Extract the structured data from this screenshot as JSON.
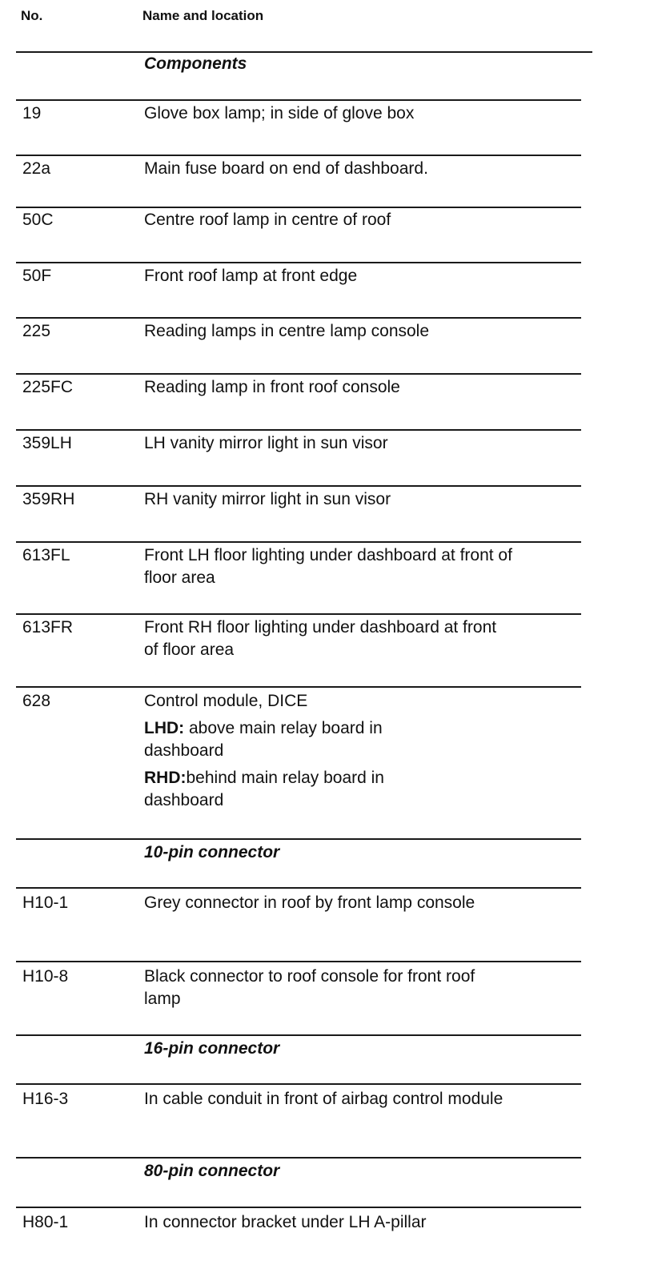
{
  "header": {
    "no": "No.",
    "name": "Name and location"
  },
  "sections": {
    "components": "Components",
    "pin10": "10-pin connector",
    "pin16": "16-pin connector",
    "pin80": "80-pin connector"
  },
  "rows": {
    "r19": {
      "no": "19",
      "desc": "Glove box lamp; in side of glove box"
    },
    "r22a": {
      "no": "22a",
      "desc": "Main fuse board on end of dashboard."
    },
    "r50c": {
      "no": "50C",
      "desc": "Centre roof lamp in centre of roof"
    },
    "r50f": {
      "no": "50F",
      "desc": "Front roof lamp at front edge"
    },
    "r225": {
      "no": "225",
      "desc": "Reading lamps in centre lamp console"
    },
    "r225fc": {
      "no": "225FC",
      "desc": "Reading lamp in front roof console"
    },
    "r359lh": {
      "no": "359LH",
      "desc": "LH vanity mirror light in sun visor"
    },
    "r359rh": {
      "no": "359RH",
      "desc": "RH vanity mirror light in sun visor"
    },
    "r613fl": {
      "no": "613FL",
      "desc": "Front LH floor lighting under dashboard at front of floor area"
    },
    "r613fr": {
      "no": "613FR",
      "desc": "Front RH floor lighting under dashboard at front of floor area"
    },
    "r628": {
      "no": "628",
      "desc": "Control module, DICE",
      "lhd_label": "LHD:",
      "lhd_text": "above main relay board in dashboard",
      "rhd_label": "RHD:",
      "rhd_text": "behind main relay board in dashboard"
    },
    "rh10_1": {
      "no": "H10-1",
      "desc": "Grey connector in roof by front lamp console"
    },
    "rh10_8": {
      "no": "H10-8",
      "desc": "Black connector to roof console for front roof lamp"
    },
    "rh16_3": {
      "no": "H16-3",
      "desc": "In cable conduit in front of airbag control module"
    },
    "rh80_1": {
      "no": "H80-1",
      "desc": "In connector bracket under LH A-pillar"
    }
  }
}
